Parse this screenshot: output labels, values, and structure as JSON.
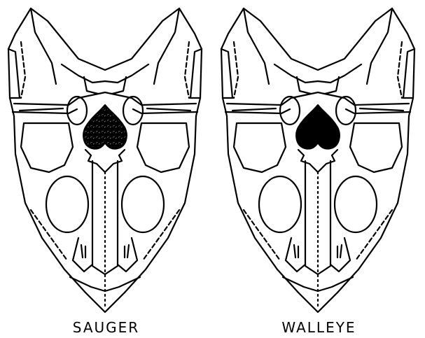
{
  "skulls": [
    {
      "label": "SAUGER",
      "fill_style": "speckled",
      "fill_color": "#000000"
    },
    {
      "label": "WALLEYE",
      "fill_style": "solid",
      "fill_color": "#000000"
    }
  ]
}
